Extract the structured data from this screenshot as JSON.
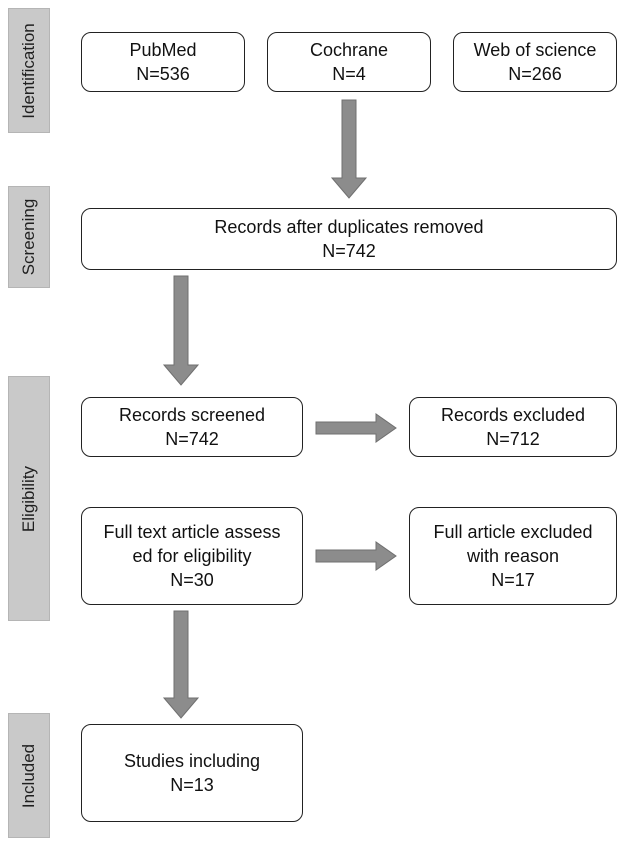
{
  "phases": {
    "identification": "Identification",
    "screening": "Screening",
    "eligibility": "Eligibility",
    "included": "Included"
  },
  "boxes": {
    "pubmed": {
      "lines": [
        "PubMed",
        "N=536"
      ]
    },
    "cochrane": {
      "lines": [
        "Cochrane",
        "N=4"
      ]
    },
    "wos": {
      "lines": [
        "Web of science",
        "N=266"
      ]
    },
    "dedup": {
      "lines": [
        "Records after duplicates removed",
        "N=742"
      ]
    },
    "screened": {
      "lines": [
        "Records screened",
        "N=742"
      ]
    },
    "excluded": {
      "lines": [
        "Records excluded",
        "N=712"
      ]
    },
    "fulltext": {
      "lines": [
        "Full text article assess",
        "ed for eligibility",
        "N=30"
      ]
    },
    "fullexcluded": {
      "lines": [
        "Full article excluded",
        "with reason",
        "N=17"
      ]
    },
    "included": {
      "lines": [
        "Studies including",
        "N=13"
      ]
    }
  },
  "colors": {
    "arrow": "#8c8c8c",
    "phase_bg": "#c9c9c9",
    "border": "#222222"
  }
}
